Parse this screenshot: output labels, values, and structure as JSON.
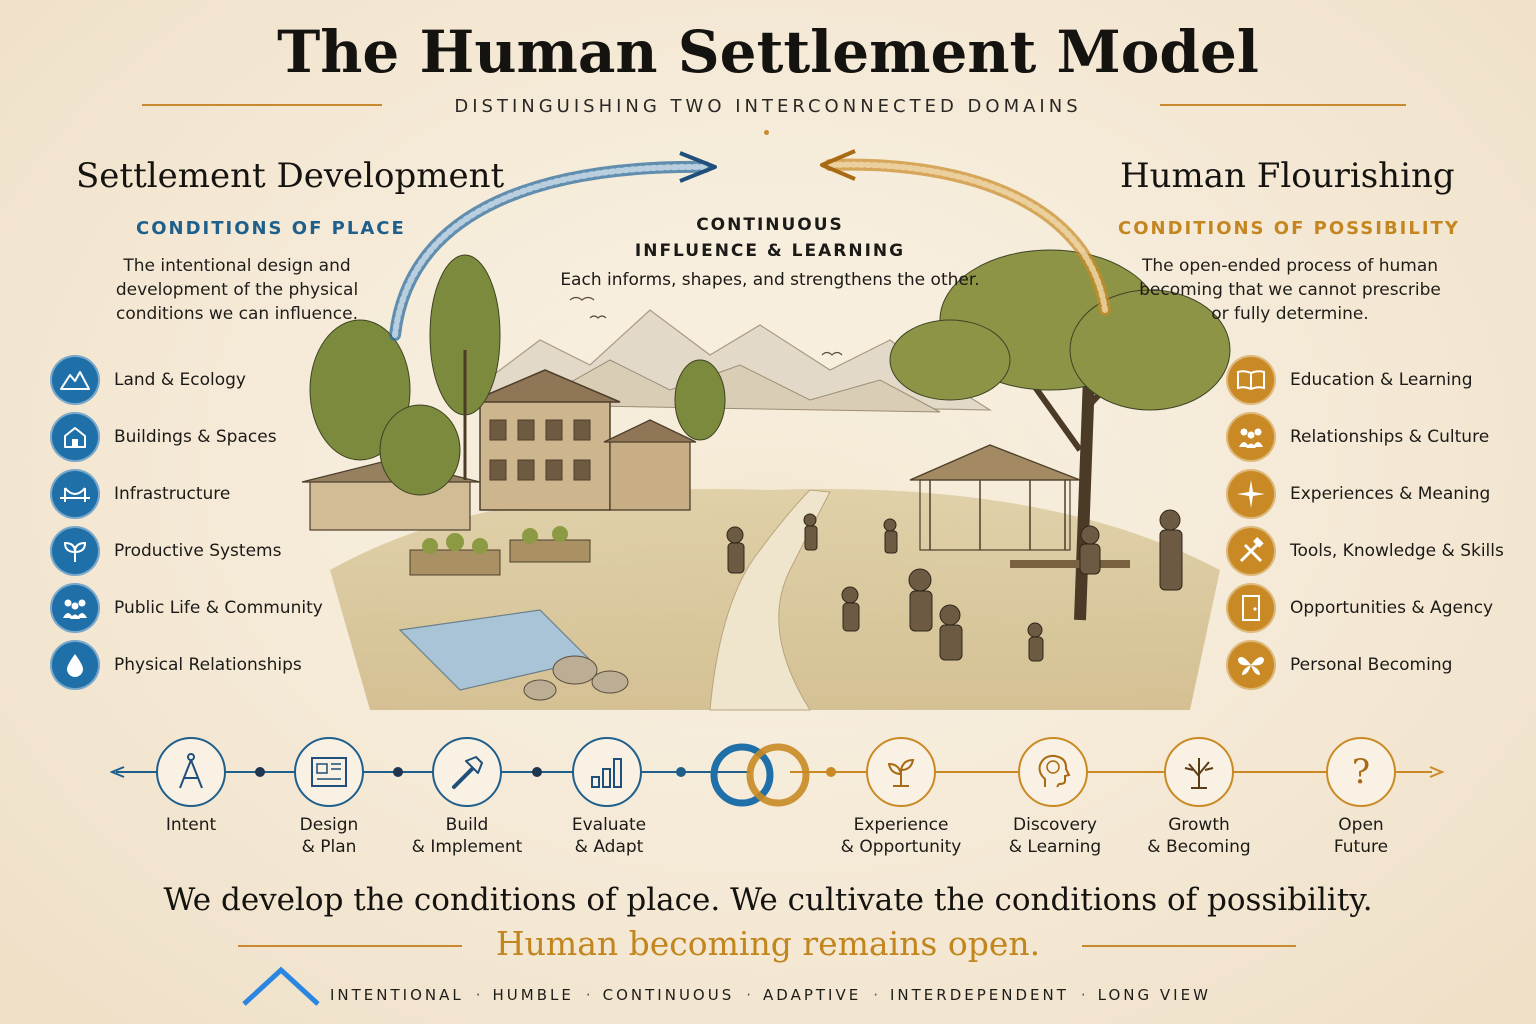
{
  "title": "The Human Settlement Model",
  "subtitle": "DISTINGUISHING TWO INTERCONNECTED DOMAINS",
  "colors": {
    "blue": "#1f6fa8",
    "gold": "#c98a25",
    "paper": "#f6ecdc",
    "ink": "#15130f"
  },
  "left": {
    "title": "Settlement Development",
    "subtitle": "CONDITIONS OF PLACE",
    "description": "The intentional design and development of the physical conditions we can influence.",
    "items": [
      {
        "label": "Land & Ecology",
        "icon": "mountains-icon"
      },
      {
        "label": "Buildings & Spaces",
        "icon": "house-icon"
      },
      {
        "label": "Infrastructure",
        "icon": "bridge-icon"
      },
      {
        "label": "Productive Systems",
        "icon": "leaves-icon"
      },
      {
        "label": "Public Life & Community",
        "icon": "people-group-icon"
      },
      {
        "label": "Physical Relationships",
        "icon": "water-drop-icon"
      }
    ]
  },
  "center": {
    "heading_line1": "CONTINUOUS",
    "heading_line2": "INFLUENCE & LEARNING",
    "description": "Each informs, shapes, and strengthens the other."
  },
  "right": {
    "title": "Human Flourishing",
    "subtitle": "CONDITIONS OF POSSIBILITY",
    "description": "The open-ended process of human becoming that we cannot prescribe or fully determine.",
    "items": [
      {
        "label": "Education & Learning",
        "icon": "book-icon"
      },
      {
        "label": "Relationships & Culture",
        "icon": "people-icon"
      },
      {
        "label": "Experiences & Meaning",
        "icon": "compass-star-icon"
      },
      {
        "label": "Tools, Knowledge & Skills",
        "icon": "tools-icon"
      },
      {
        "label": "Opportunities & Agency",
        "icon": "door-icon"
      },
      {
        "label": "Personal Becoming",
        "icon": "butterfly-icon"
      }
    ]
  },
  "timeline": {
    "left_steps": [
      {
        "line1": "Intent",
        "line2": "",
        "icon": "compass-drafting-icon"
      },
      {
        "line1": "Design",
        "line2": "& Plan",
        "icon": "blueprint-icon"
      },
      {
        "line1": "Build",
        "line2": "& Implement",
        "icon": "hammer-icon"
      },
      {
        "line1": "Evaluate",
        "line2": "& Adapt",
        "icon": "bar-chart-icon"
      }
    ],
    "right_steps": [
      {
        "line1": "Experience",
        "line2": "& Opportunity",
        "icon": "sprout-icon"
      },
      {
        "line1": "Discovery",
        "line2": "& Learning",
        "icon": "head-brain-icon"
      },
      {
        "line1": "Growth",
        "line2": "& Becoming",
        "icon": "tree-icon"
      },
      {
        "line1": "Open",
        "line2": "Future",
        "icon": "question-icon"
      }
    ]
  },
  "quote_line1": "We develop the conditions of place. We cultivate the conditions of possibility.",
  "quote_line2": "Human becoming remains open.",
  "values": [
    "INTENTIONAL",
    "HUMBLE",
    "CONTINUOUS",
    "ADAPTIVE",
    "INTERDEPENDENT",
    "LONG VIEW"
  ]
}
